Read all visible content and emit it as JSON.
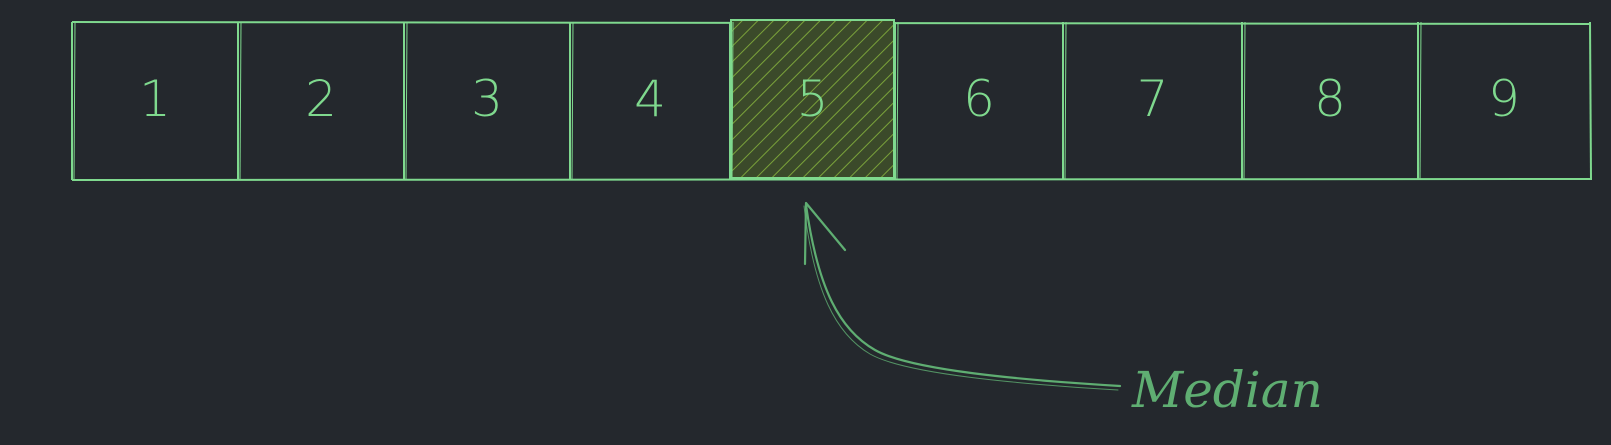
{
  "diagram": {
    "cells": [
      {
        "value": "1",
        "highlighted": false
      },
      {
        "value": "2",
        "highlighted": false
      },
      {
        "value": "3",
        "highlighted": false
      },
      {
        "value": "4",
        "highlighted": false
      },
      {
        "value": "5",
        "highlighted": true
      },
      {
        "value": "6",
        "highlighted": false
      },
      {
        "value": "7",
        "highlighted": false
      },
      {
        "value": "8",
        "highlighted": false
      },
      {
        "value": "9",
        "highlighted": false
      }
    ],
    "annotation": {
      "label": "Median",
      "points_to_value": "5"
    }
  },
  "colors": {
    "background": "#24282d",
    "stroke": "#7fd98e",
    "highlight_fill": "#4f6b2a",
    "annotation": "#5fae72"
  }
}
